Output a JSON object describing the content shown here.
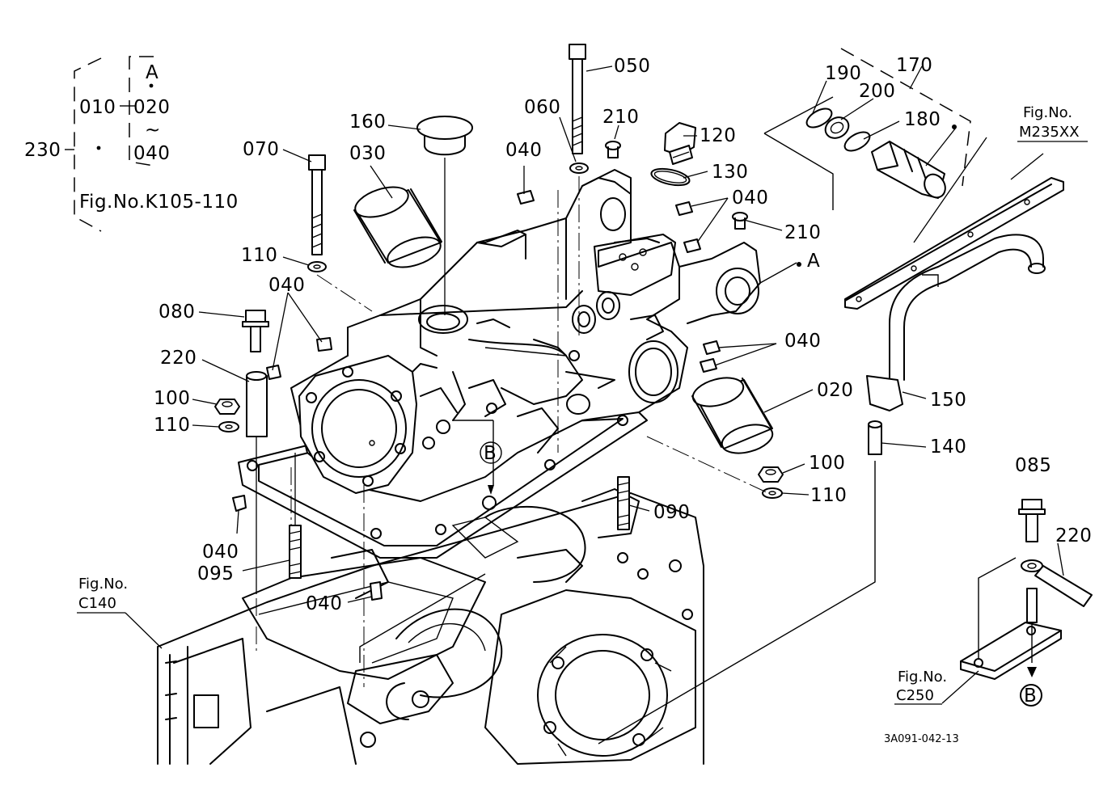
{
  "figure_code": "3A091-042-13",
  "assembly": {
    "main": "230",
    "sub": "010",
    "top_ref": "A",
    "range_start": "020",
    "range_sym": "~",
    "range_end": "040",
    "ref_fig": "Fig.No.K105-110"
  },
  "callouts": {
    "c050": "050",
    "c060": "060",
    "c210a": "210",
    "c160": "160",
    "c030": "030",
    "c070": "070",
    "c040a": "040",
    "c120": "120",
    "c130": "130",
    "c040b": "040",
    "c210b": "210",
    "cA": "A",
    "c110a": "110",
    "c040c": "040",
    "c080": "080",
    "c220a": "220",
    "c100a": "100",
    "c110b": "110",
    "c040d": "040",
    "c020": "020",
    "c150": "150",
    "c140": "140",
    "c100b": "100",
    "c110c": "110",
    "c090": "090",
    "c085": "085",
    "c220b": "220",
    "c040e": "040",
    "c095": "095",
    "c040f": "040",
    "c170": "170",
    "c190": "190",
    "c200": "200",
    "c180": "180",
    "cB1": "B",
    "cB2": "B"
  },
  "fig_refs": {
    "m235_label": "Fig.No.",
    "m235_code": "M235XX",
    "c140_label": "Fig.No.",
    "c140_code": "C140",
    "c250_label": "Fig.No.",
    "c250_code": "C250"
  },
  "icons": [
    "hex-bolt-icon",
    "stud-icon",
    "nut-icon",
    "washer-icon",
    "o-ring-icon",
    "bushing-icon",
    "plug-icon",
    "valve-icon",
    "pipe-icon"
  ]
}
